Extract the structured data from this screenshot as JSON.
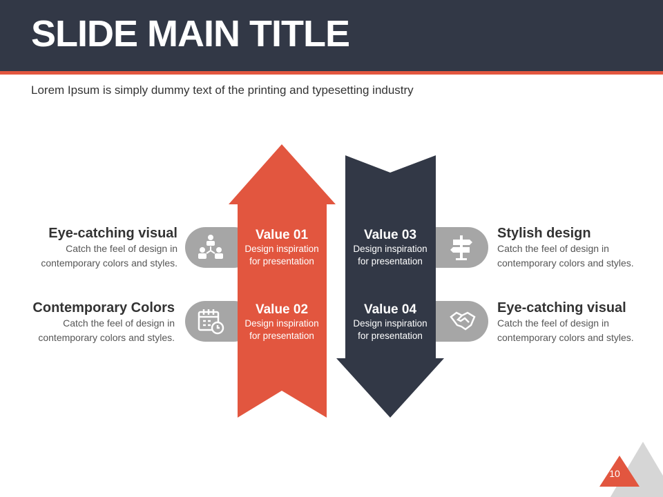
{
  "title": "SLIDE MAIN TITLE",
  "subtitle": "Lorem Ipsum is simply dummy text of the printing and typesetting industry",
  "colors": {
    "dark": "#323846",
    "accent": "#e2563f",
    "gray": "#a6a6a6"
  },
  "values": [
    {
      "title": "Value 01",
      "line1": "Design inspiration",
      "line2": "for presentation"
    },
    {
      "title": "Value 02",
      "line1": "Design inspiration",
      "line2": "for presentation"
    },
    {
      "title": "Value 03",
      "line1": "Design inspiration",
      "line2": "for presentation"
    },
    {
      "title": "Value 04",
      "line1": "Design inspiration",
      "line2": "for presentation"
    }
  ],
  "sides": [
    {
      "title": "Eye-catching visual",
      "line1": "Catch the feel of design in",
      "line2": "contemporary colors and styles.",
      "icon": "team-hierarchy-icon"
    },
    {
      "title": "Contemporary Colors",
      "line1": "Catch the feel of design in",
      "line2": "contemporary colors and styles.",
      "icon": "calendar-clock-icon"
    },
    {
      "title": "Stylish design",
      "line1": "Catch the feel of design in",
      "line2": "contemporary colors and styles.",
      "icon": "signpost-icon"
    },
    {
      "title": "Eye-catching visual",
      "line1": "Catch the feel of design in",
      "line2": "contemporary colors and styles.",
      "icon": "handshake-icon"
    }
  ],
  "page_number": "10"
}
